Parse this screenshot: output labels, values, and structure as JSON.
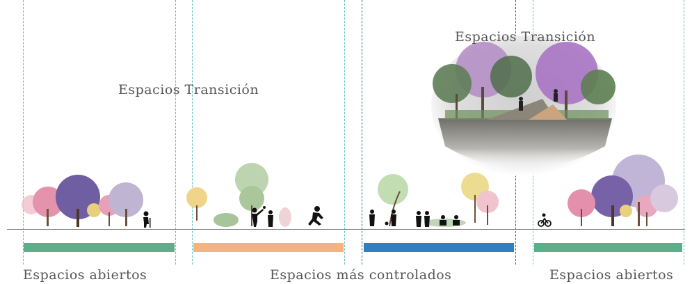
{
  "labels": {
    "transition_center": "Espacios Transición",
    "transition_bubble": "Espacios Transición",
    "open_left": "Espacios abiertos",
    "controlled": "Espacios más controlados",
    "open_right": "Espacios abiertos"
  },
  "colors": {
    "open_band": "#5bb08a",
    "transition_band": "#f6b27f",
    "controlled_band": "#2f7fc1",
    "dashed_line": "#5fc1b6",
    "dashed_line_dark": "#2a6d83",
    "ground": "#7a7a7a",
    "tree_pink": "#e8a6b9",
    "tree_purple": "#7e6aa8",
    "tree_lilac": "#b9aacb",
    "tree_green": "#9fbf8a",
    "tree_yellow": "#e9d78a"
  },
  "icons": [
    "tree-icon",
    "person-walking-icon",
    "person-running-icon",
    "family-icon",
    "cyclist-icon",
    "people-group-icon"
  ]
}
